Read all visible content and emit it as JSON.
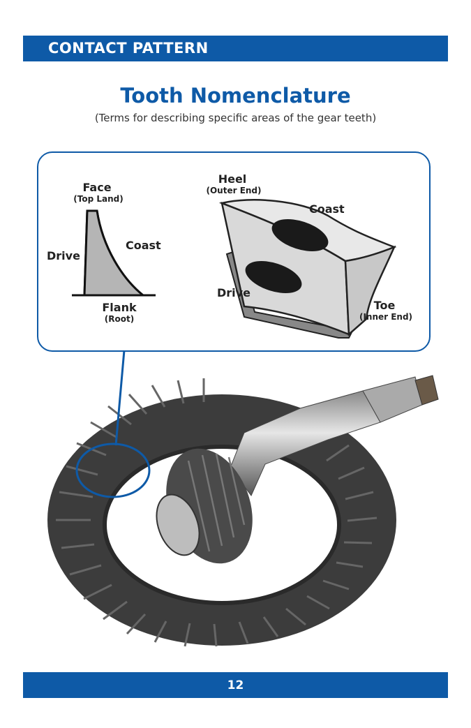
{
  "header": {
    "section": "CONTACT PATTERN"
  },
  "title": "Tooth Nomenclature",
  "subtitle": "(Terms for describing specific areas of the gear teeth)",
  "profile_diagram": {
    "face": "Face",
    "face_sub": "(Top Land)",
    "drive": "Drive",
    "coast": "Coast",
    "flank": "Flank",
    "flank_sub": "(Root)"
  },
  "tooth_diagram": {
    "heel": "Heel",
    "heel_sub": "(Outer End)",
    "coast": "Coast",
    "drive": "Drive",
    "toe": "Toe",
    "toe_sub": "(Inner End)"
  },
  "footer": {
    "page_number": "12"
  },
  "colors": {
    "brand_blue": "#0e5aa7",
    "diagram_gray": "#b5b5b5",
    "gear_dark": "#3a3a3a"
  }
}
